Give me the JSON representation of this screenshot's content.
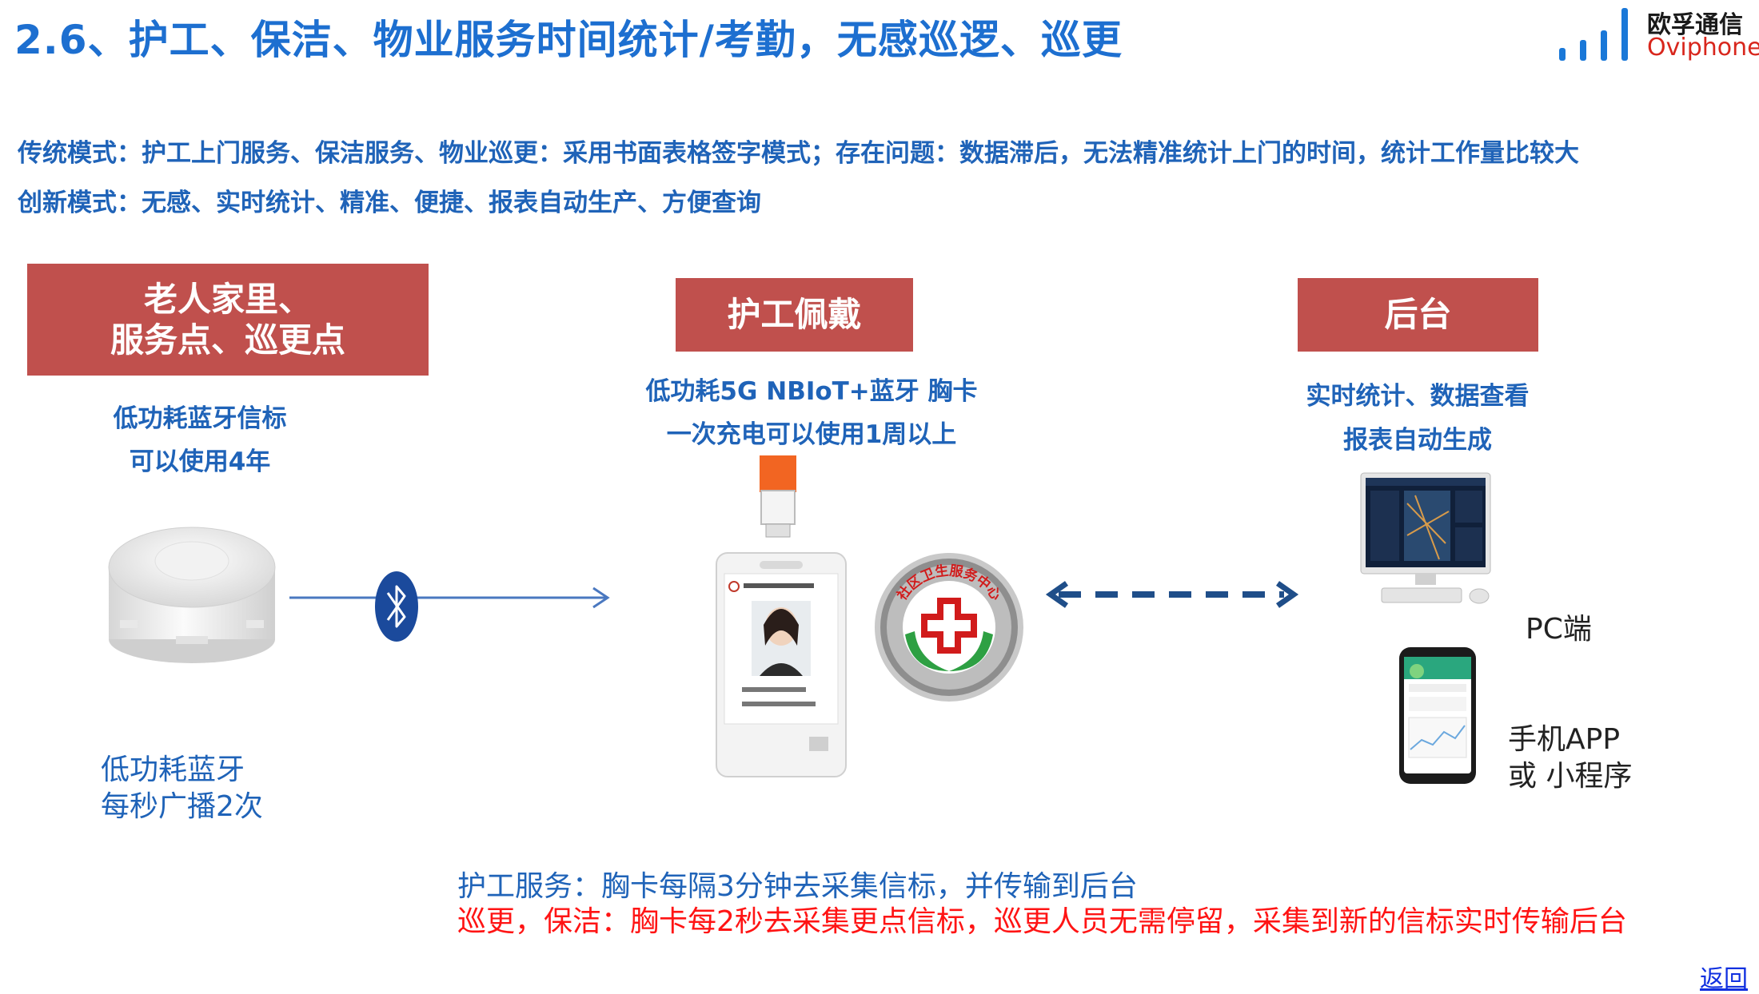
{
  "header": {
    "title": "2.6、护工、保洁、物业服务时间统计/考勤，无感巡逻、巡更",
    "logo_cn": "欧孚通信",
    "logo_en": "Oviphone"
  },
  "intro": {
    "traditional": "传统模式：护工上门服务、保洁服务、物业巡更：采用书面表格签字模式；存在问题：数据滞后，无法精准统计上门的时间，统计工作量比较大",
    "innovative": "创新模式：无感、实时统计、精准、便捷、报表自动生产、方便查询"
  },
  "columns": {
    "left": {
      "header_line1": "老人家里、",
      "header_line2": "服务点、巡更点",
      "sub1": "低功耗蓝牙信标",
      "sub2": "可以使用4年",
      "note1": "低功耗蓝牙",
      "note2": "每秒广播2次"
    },
    "middle": {
      "header": "护工佩戴",
      "sub1": "低功耗5G NBIoT+蓝牙 胸卡",
      "sub2": "一次充电可以使用1周以上"
    },
    "right": {
      "header": "后台",
      "sub1": "实时统计、数据查看",
      "sub2": "报表自动生成",
      "pc_label": "PC端",
      "app_label1": "手机APP",
      "app_label2": "或 小程序"
    }
  },
  "badge": {
    "ring_text": "社区卫生服务中心"
  },
  "bottom": {
    "line1": "护工服务：胸卡每隔3分钟去采集信标，并传输到后台",
    "line2": "巡更，保洁：胸卡每2秒去采集更点信标，巡更人员无需停留，采集到新的信标实时传输后台"
  },
  "nav": {
    "back": "返回"
  },
  "colors": {
    "title_blue": "#1d6fd0",
    "box_red": "#c0504d",
    "text_blue": "#1f63b8",
    "alert_red": "#ff1414",
    "bluetooth": "#1b4a9c"
  }
}
